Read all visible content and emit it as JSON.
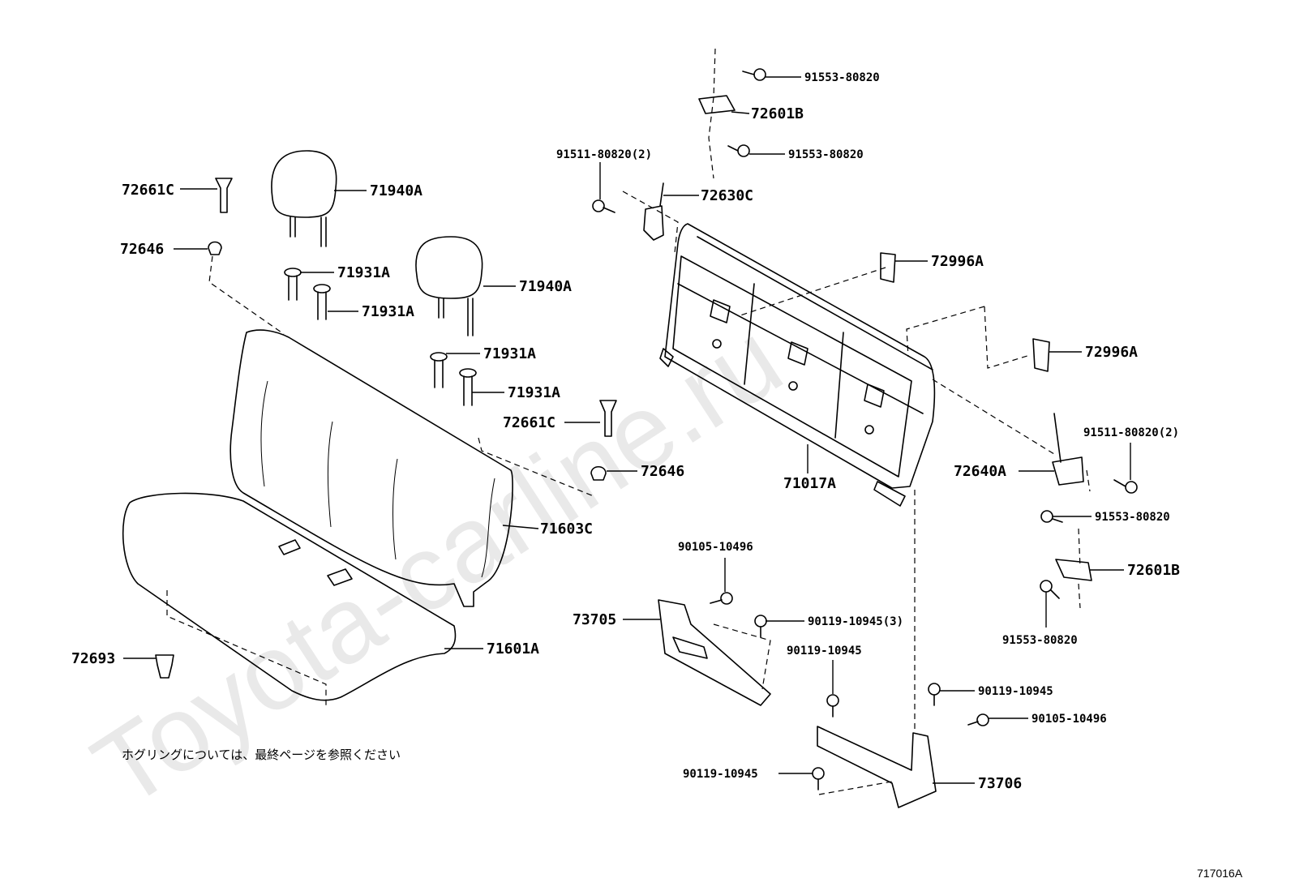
{
  "watermark": "Toyota-carline.ru",
  "note": "ホグリングについては、最終ページを参照ください",
  "figure_id": "717016A",
  "labels": {
    "l_91553_80820_a": "91553-80820",
    "l_72601B_a": "72601B",
    "l_91553_80820_b": "91553-80820",
    "l_91511_80820_a": "91511-80820(2)",
    "l_72630C": "72630C",
    "l_72661C_a": "72661C",
    "l_71940A_a": "71940A",
    "l_72646_a": "72646",
    "l_71931A_a": "71931A",
    "l_71931A_b": "71931A",
    "l_71940A_b": "71940A",
    "l_72996A_a": "72996A",
    "l_72996A_b": "72996A",
    "l_71931A_c": "71931A",
    "l_71931A_d": "71931A",
    "l_72661C_b": "72661C",
    "l_91511_80820_b": "91511-80820(2)",
    "l_72646_b": "72646",
    "l_72640A": "72640A",
    "l_71017A": "71017A",
    "l_71603C": "71603C",
    "l_91553_80820_c": "91553-80820",
    "l_90105_10496_a": "90105-10496",
    "l_72601B_b": "72601B",
    "l_73705": "73705",
    "l_90119_10945_3": "90119-10945(3)",
    "l_91553_80820_d": "91553-80820",
    "l_90119_10945_a": "90119-10945",
    "l_71601A": "71601A",
    "l_72693": "72693",
    "l_90119_10945_b": "90119-10945",
    "l_90105_10496_b": "90105-10496",
    "l_90119_10945_c": "90119-10945",
    "l_73706": "73706"
  }
}
